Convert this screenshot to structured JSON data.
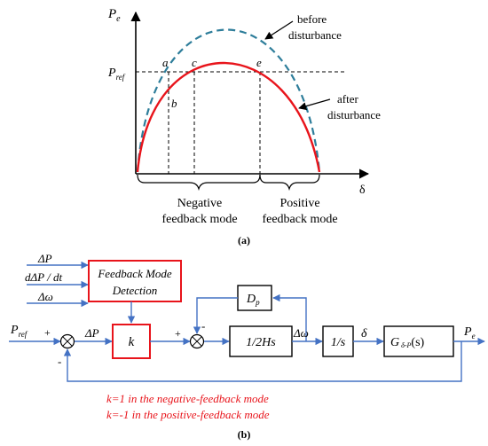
{
  "colors": {
    "axis": "#000000",
    "after_curve": "#e8141b",
    "before_curve": "#2d7d9a",
    "block_line": "#4472c4",
    "red_box": "#e8141b",
    "note_text": "#e8141b"
  },
  "panel_a": {
    "y_axis_label": "P",
    "y_axis_label_sub": "e",
    "x_axis_label": "δ",
    "pref_label": "P",
    "pref_label_sub": "ref",
    "points": {
      "a": "a",
      "b": "b",
      "c": "c",
      "e": "e"
    },
    "before_label_line1": "before",
    "before_label_line2": "disturbance",
    "after_label_line1": "after",
    "after_label_line2": "disturbance",
    "neg_mode_line1": "Negative",
    "neg_mode_line2": "feedback mode",
    "pos_mode_line1": "Positive",
    "pos_mode_line2": "feedback mode",
    "caption": "(a)"
  },
  "panel_b": {
    "in_dP": "ΔP",
    "in_dPdt": "dΔP / dt",
    "in_dw": "Δω",
    "detect_line1": "Feedback Mode",
    "detect_line2": "Detection",
    "pref": "P",
    "pref_sub": "ref",
    "plus1": "+",
    "minus1": "-",
    "dP": "ΔP",
    "k": "k",
    "plus2": "+",
    "minus2": "-",
    "Dp": "D",
    "Dp_sub": "p",
    "inertia": "1/2Hs",
    "dw": "Δω",
    "integrator": "1/s",
    "delta": "δ",
    "G": "G",
    "G_sub": "δ-P",
    "G_arg": "(s)",
    "pe": "P",
    "pe_sub": "e",
    "note1": "k=1 in the negative-feedback mode",
    "note2": "k=-1 in the positive-feedback mode",
    "caption": "(b)"
  }
}
